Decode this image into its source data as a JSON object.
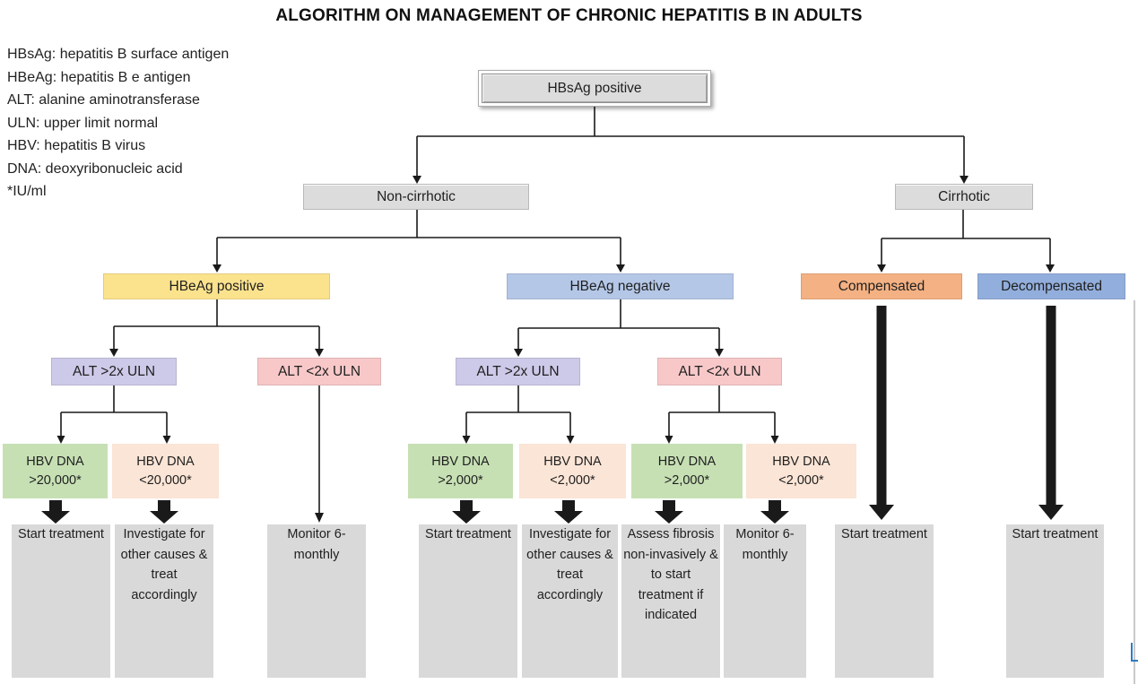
{
  "title": "ALGORITHM ON MANAGEMENT OF CHRONIC HEPATITIS B IN ADULTS",
  "legend": {
    "items": [
      "HBsAg: hepatitis B surface antigen",
      "HBeAg: hepatitis B e antigen",
      "ALT: alanine aminotransferase",
      "ULN: upper limit normal",
      "HBV: hepatitis B virus",
      "DNA: deoxyribonucleic acid",
      "*IU/ml"
    ]
  },
  "nodes": {
    "hbsag_positive": "HBsAg positive",
    "non_cirrhotic": "Non-cirrhotic",
    "cirrhotic": "Cirrhotic",
    "hbeag_positive": "HBeAg positive",
    "hbeag_negative": "HBeAg negative",
    "compensated": "Compensated",
    "decompensated": "Decompensated",
    "alt_high_1": "ALT >2x ULN",
    "alt_low_1": "ALT <2x ULN",
    "alt_high_2": "ALT >2x ULN",
    "alt_low_2": "ALT <2x ULN",
    "dna1_line1": "HBV DNA",
    "dna1_line2": ">20,000*",
    "dna2_line1": "HBV DNA",
    "dna2_line2": "<20,000*",
    "dna3_line1": "HBV DNA",
    "dna3_line2": ">2,000*",
    "dna4_line1": "HBV DNA",
    "dna4_line2": "<2,000*",
    "dna5_line1": "HBV DNA",
    "dna5_line2": ">2,000*",
    "dna6_line1": "HBV DNA",
    "dna6_line2": "<2,000*"
  },
  "outcomes": {
    "o1": "Start treatment",
    "o2": "Investigate for other causes & treat accordingly",
    "o3": "Monitor 6-monthly",
    "o4": "Start treatment",
    "o5": "Investigate for other causes & treat accordingly",
    "o6": "Assess fibrosis non-invasively & to start treatment if indicated",
    "o7": "Monitor 6-monthly",
    "o8": "Start treatment",
    "o9": "Start treatment"
  },
  "colors": {
    "node_gray": "#dcdcdc",
    "outcome_gray": "#d9d9d9",
    "yellow": "#fbe28d",
    "light_blue": "#b4c7e7",
    "mid_blue": "#92aedc",
    "orange": "#f4b183",
    "purple": "#cdc9e8",
    "pink": "#f8c8c9",
    "green": "#c6e0b4",
    "peach": "#fbe5d6",
    "line_black": "#1a1a1a",
    "edge_gray": "#c9c9c9",
    "anchor_blue": "#2f7bc3"
  }
}
